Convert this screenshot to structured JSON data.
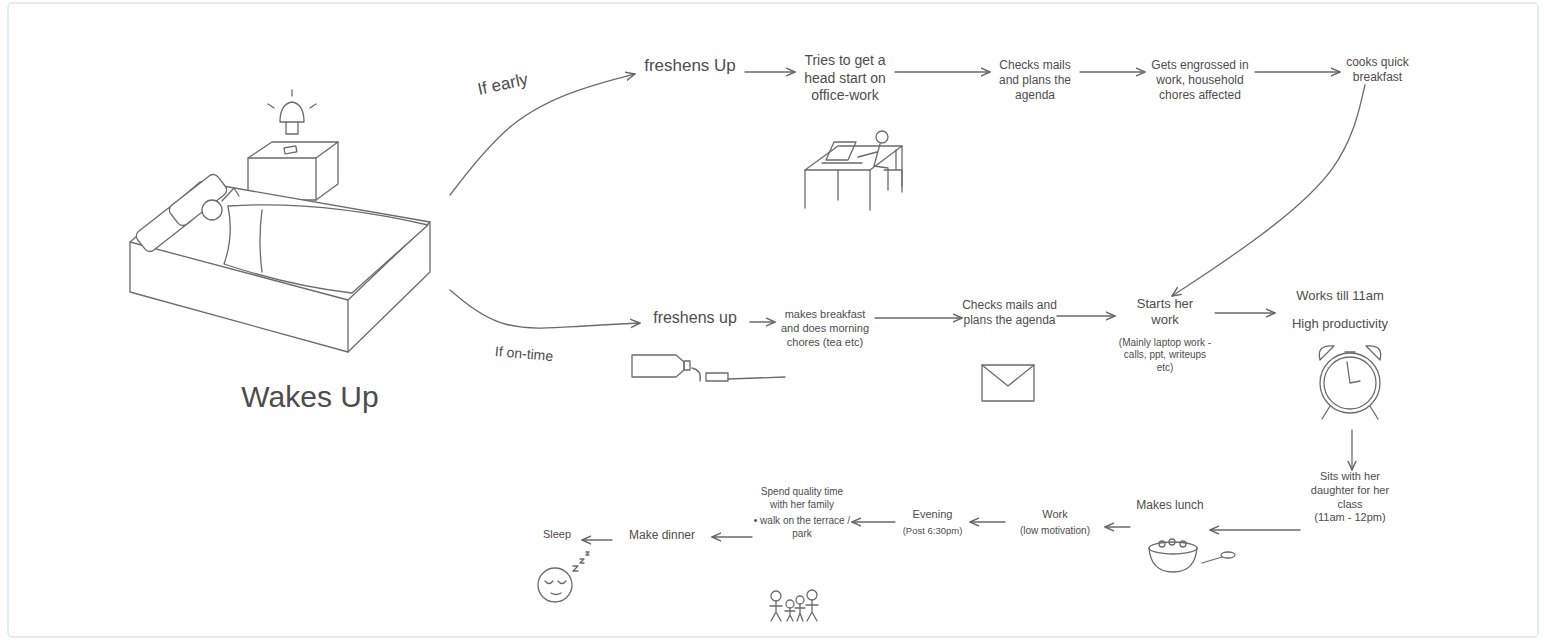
{
  "diagram": {
    "nodes": [
      {
        "text": [
          "Wakes Up"
        ]
      },
      {
        "text": [
          "freshens Up"
        ]
      },
      {
        "text": [
          "Tries to get a head start on office-work"
        ]
      },
      {
        "text": [
          "Checks mails and plans the agenda"
        ]
      },
      {
        "text": [
          "Gets engrossed in work, household chores affected"
        ]
      },
      {
        "text": [
          "cooks quick breakfast"
        ]
      },
      {
        "text": [
          "freshens up"
        ]
      },
      {
        "text": [
          "makes breakfast and does morning chores (tea etc)"
        ]
      },
      {
        "text": [
          "Checks mails and plans the agenda"
        ]
      },
      {
        "text": [
          "Starts her work",
          "(Mainly laptop work - calls, ppt, writeups etc)"
        ]
      },
      {
        "text": [
          "Works till 11am",
          "High productivity"
        ]
      },
      {
        "text": [
          "Sits with her daughter for her class",
          "(11am - 12pm)"
        ]
      },
      {
        "text": [
          "Makes lunch"
        ]
      },
      {
        "text": [
          "Work",
          "(low motivation)"
        ]
      },
      {
        "text": [
          "Evening",
          "(Post 6:30pm)"
        ]
      },
      {
        "text": [
          "Spend quality time with her family",
          "• walk on the terrace / park"
        ]
      },
      {
        "text": [
          "Make dinner"
        ]
      },
      {
        "text": [
          "Sleep"
        ]
      }
    ],
    "edges": [
      {
        "from": 0,
        "to": 1,
        "label": "If early",
        "arrow": "to"
      },
      {
        "from": 0,
        "to": 6,
        "label": "If on-time",
        "arrow": "to"
      },
      {
        "from": 1,
        "to": 2,
        "arrow": "to"
      },
      {
        "from": 2,
        "to": 3,
        "arrow": "to"
      },
      {
        "from": 3,
        "to": 4,
        "arrow": "to"
      },
      {
        "from": 4,
        "to": 5,
        "arrow": "to"
      },
      {
        "from": 5,
        "to": 9,
        "arrow": "to"
      },
      {
        "from": 6,
        "to": 7,
        "arrow": "to"
      },
      {
        "from": 7,
        "to": 8,
        "arrow": "to"
      },
      {
        "from": 8,
        "to": 9,
        "arrow": "to"
      },
      {
        "from": 9,
        "to": 10,
        "arrow": "to"
      },
      {
        "from": 10,
        "to": 11,
        "arrow": "to"
      },
      {
        "from": 11,
        "to": 12,
        "arrow": "to"
      },
      {
        "from": 12,
        "to": 13,
        "arrow": "to"
      },
      {
        "from": 13,
        "to": 14,
        "arrow": "to"
      },
      {
        "from": 14,
        "to": 15,
        "arrow": "to"
      },
      {
        "from": 15,
        "to": 16,
        "arrow": "to"
      },
      {
        "from": 16,
        "to": 17,
        "arrow": "to"
      }
    ]
  }
}
